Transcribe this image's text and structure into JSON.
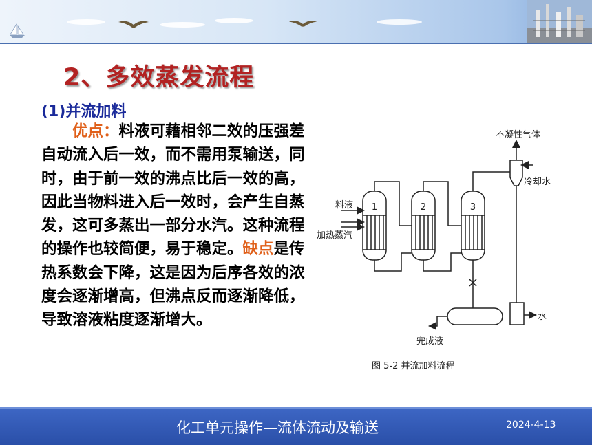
{
  "slide": {
    "heading": "2、多效蒸发流程",
    "subheading": "(1)并流加料",
    "advantage_label": "优点：",
    "advantage_text": "料液可藉相邻二效的压强差自动流入后一效，而不需用泵输送，同时，由于前一效的沸点比后一效的高，因此当物料进入后一效时，会产生自蒸发，这可多蒸出一部分水汽。这种流程的操作也较简便，易于稳定。",
    "disadvantage_label": "缺点",
    "disadvantage_text": "是传热系数会下降，这是因为后序各效的浓度会逐渐增高，但沸点反而逐渐降低，导致溶液粘度逐渐增大。"
  },
  "figure": {
    "label_noncondensable": "不凝性气体",
    "label_cooling_water": "冷却水",
    "label_feed": "料液",
    "label_steam": "加热蒸汽",
    "label_water": "水",
    "label_product": "完成液",
    "effect_1": "1",
    "effect_2": "2",
    "effect_3": "3",
    "caption": "图 5-2   并流加料流程"
  },
  "footer": {
    "title": "化工单元操作—流体流动及输送",
    "date": "2024-4-13"
  },
  "colors": {
    "heading": "#b22222",
    "subheading": "#1a2a9a",
    "highlight": "#e0601a",
    "footer": "#2f58b6"
  }
}
